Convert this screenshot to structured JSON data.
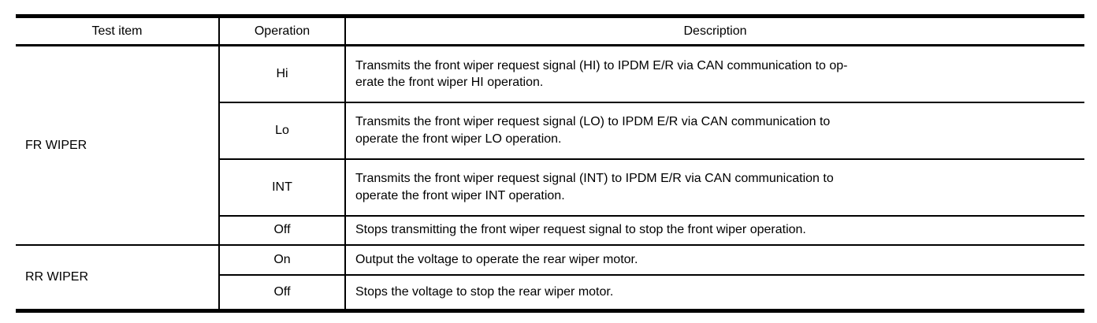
{
  "table": {
    "headers": {
      "test_item": "Test item",
      "operation": "Operation",
      "description": "Description"
    },
    "groups": [
      {
        "test_item": "FR WIPER",
        "rows": [
          {
            "operation": "Hi",
            "description": "Transmits the front wiper request signal (HI) to IPDM E/R via CAN communication to op-\nerate the front wiper HI operation."
          },
          {
            "operation": "Lo",
            "description": "Transmits the front wiper request signal (LO) to IPDM E/R via CAN communication to\noperate the front wiper LO operation."
          },
          {
            "operation": "INT",
            "description": "Transmits the front wiper request signal (INT) to IPDM E/R via CAN communication to\noperate the front wiper INT operation."
          },
          {
            "operation": "Off",
            "description": "Stops transmitting the front wiper request signal to stop the front wiper operation."
          }
        ]
      },
      {
        "test_item": "RR WIPER",
        "rows": [
          {
            "operation": "On",
            "description": "Output the voltage to operate the rear wiper motor."
          },
          {
            "operation": "Off",
            "description": "Stops the voltage to stop the rear wiper motor."
          }
        ]
      }
    ],
    "colors": {
      "border": "#000000",
      "text": "#000000",
      "background": "#ffffff"
    }
  }
}
